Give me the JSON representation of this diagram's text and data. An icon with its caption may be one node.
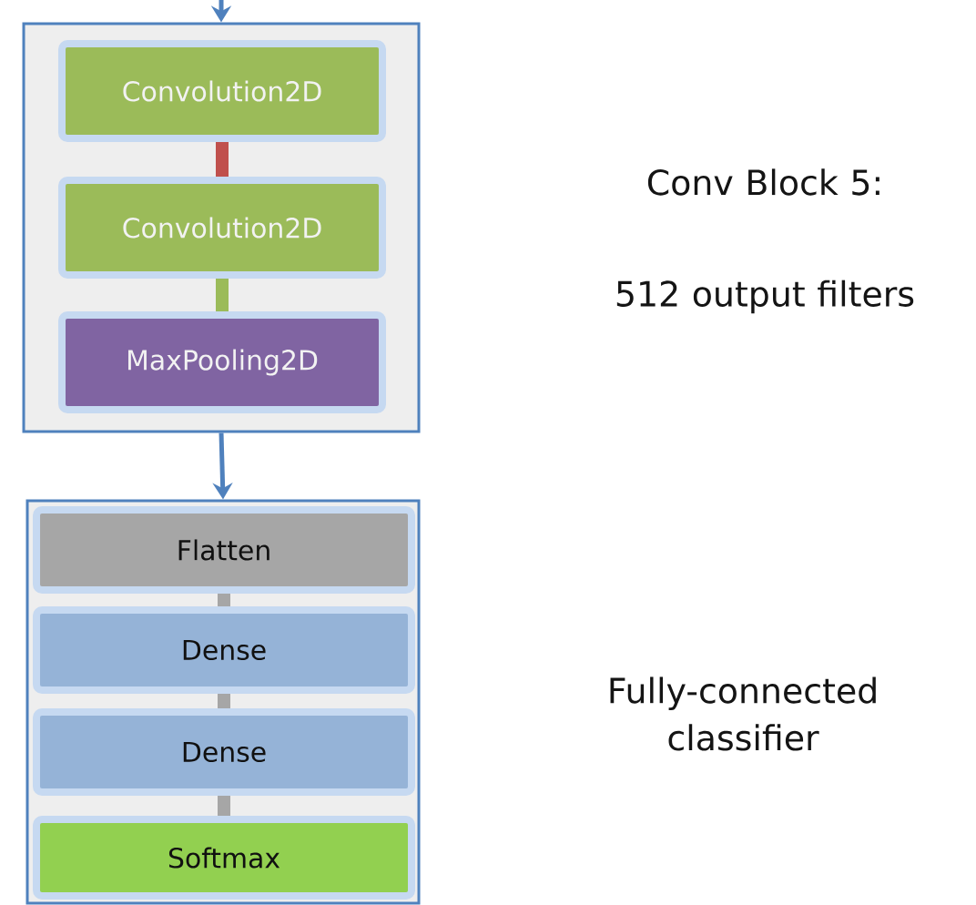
{
  "diagram": {
    "nodes": [
      {
        "text": [],
        "shape": "box",
        "beside": [
          "Conv Block 5:",
          "512 output filters"
        ]
      },
      {
        "text": [
          "Convolution2D"
        ],
        "in": 0
      },
      {
        "text": [
          "Convolution2D"
        ],
        "in": 0
      },
      {
        "text": [
          "MaxPooling2D"
        ],
        "in": 0
      },
      {
        "text": [],
        "shape": "box"
      },
      {
        "text": [
          "Flatten"
        ],
        "in": 4
      },
      {
        "text": [
          "Dense"
        ],
        "in": 4
      },
      {
        "text": [
          "Dense"
        ],
        "in": 4
      },
      {
        "text": [
          "Softmax"
        ],
        "in": 4
      }
    ],
    "edges": [
      {
        "from": null,
        "to": 0,
        "arrow": "to",
        "color": "#4f81bd"
      },
      {
        "from": 1,
        "to": 2,
        "arrow": "none",
        "color": "#c0504d"
      },
      {
        "from": 2,
        "to": 3,
        "arrow": "none",
        "color": "#9bbb59"
      },
      {
        "from": 0,
        "to": 4,
        "arrow": "to",
        "color": "#4f81bd"
      },
      {
        "from": 5,
        "to": 6,
        "arrow": "none"
      },
      {
        "from": 6,
        "to": 7,
        "arrow": "none"
      },
      {
        "from": 7,
        "to": 8,
        "arrow": "none"
      }
    ],
    "labels": [
      "Fully-connected classifier"
    ]
  }
}
